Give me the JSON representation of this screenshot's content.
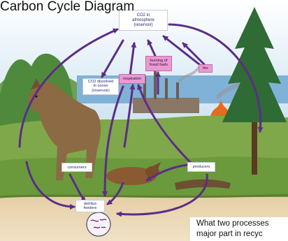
{
  "header": {
    "title": "Carbon Cycle Diagram"
  },
  "labels": {
    "co2_atmosphere": "CO2 in\natmosphere\n(reservoir)",
    "co2_ocean": "CO2 dissolved\nin ocean\n(reservoir)",
    "respiration": "respiration",
    "fossil_fuels": "burning of\nfossil fuels",
    "fire": "fire",
    "consumers": "consumers",
    "producers": "producers",
    "detritus_feeders": "detritus\nfeeders"
  },
  "question": {
    "line1": "What two processes",
    "line2": "major part in recyc"
  },
  "colors": {
    "arrow": "#5b2d86",
    "label_pink": "#e79bd2",
    "sky": "#cfe4f2",
    "soil": "#e9d6b4"
  }
}
